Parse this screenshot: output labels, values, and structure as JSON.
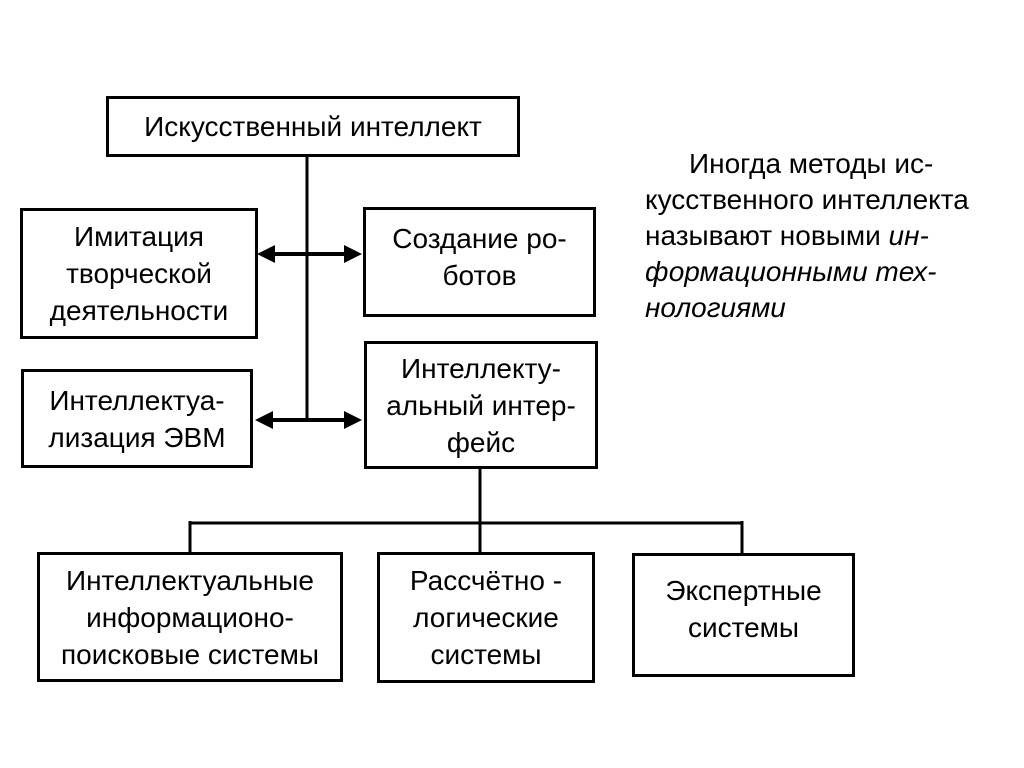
{
  "colors": {
    "background": "#ffffff",
    "line": "#000000",
    "text": "#000000"
  },
  "diagram": {
    "boxes": {
      "root": "Искусственный интеллект",
      "imitation": "Имитация\nтворческой\nдеятельности",
      "robots": "Создание ро-\nботов",
      "evm": "Интеллектуа-\nлизация ЭВМ",
      "interface": "Интеллекту-\nальный интер-\nфейс",
      "search_systems": "Интеллектуальные\nинформационо-\nпоисковые системы",
      "logic_systems": "Рассчётно -\nлогические\nсистемы",
      "expert_systems": "Экспертные\nсистемы"
    }
  },
  "note": {
    "line1": "Иногда методы ис-",
    "line2": "кусственного интеллекта",
    "line3_regular": "называют новыми ",
    "line3_italic": "ин-",
    "line4_italic": "формационными тех-",
    "line5_italic": "нологиями"
  }
}
